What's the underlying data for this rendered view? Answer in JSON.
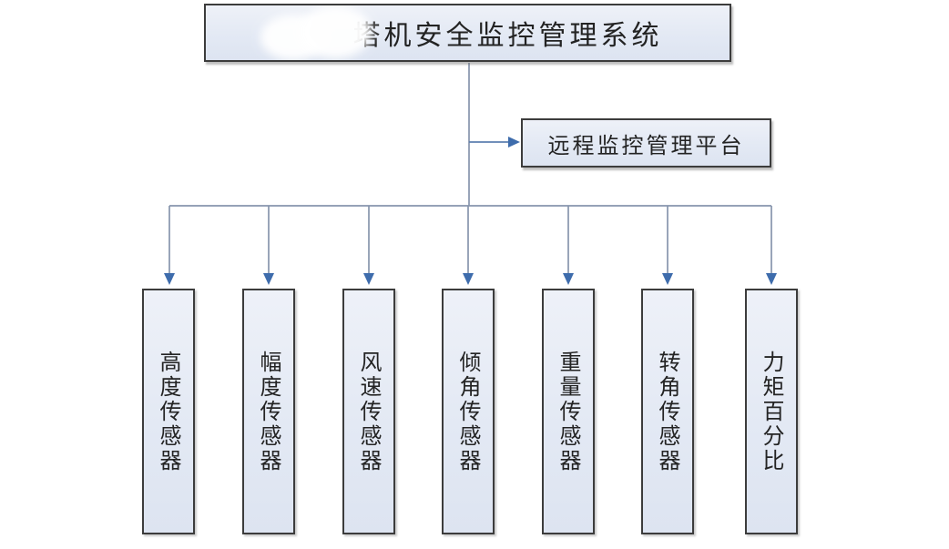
{
  "diagram": {
    "root": {
      "label": "塔机安全监控管理系统"
    },
    "platform": {
      "label": "远程监控管理平台"
    },
    "sensors": [
      {
        "label": "高度传感器"
      },
      {
        "label": "幅度传感器"
      },
      {
        "label": "风速传感器"
      },
      {
        "label": "倾角传感器"
      },
      {
        "label": "重量传感器"
      },
      {
        "label": "转角传感器"
      },
      {
        "label": "力矩百分比"
      }
    ],
    "colors": {
      "node_fill": "#e3e9f4",
      "node_border": "#3c3c3c",
      "connector_line": "#8795ad",
      "arrowhead": "#3e6cac",
      "text": "#232323",
      "background": "#ffffff"
    }
  }
}
